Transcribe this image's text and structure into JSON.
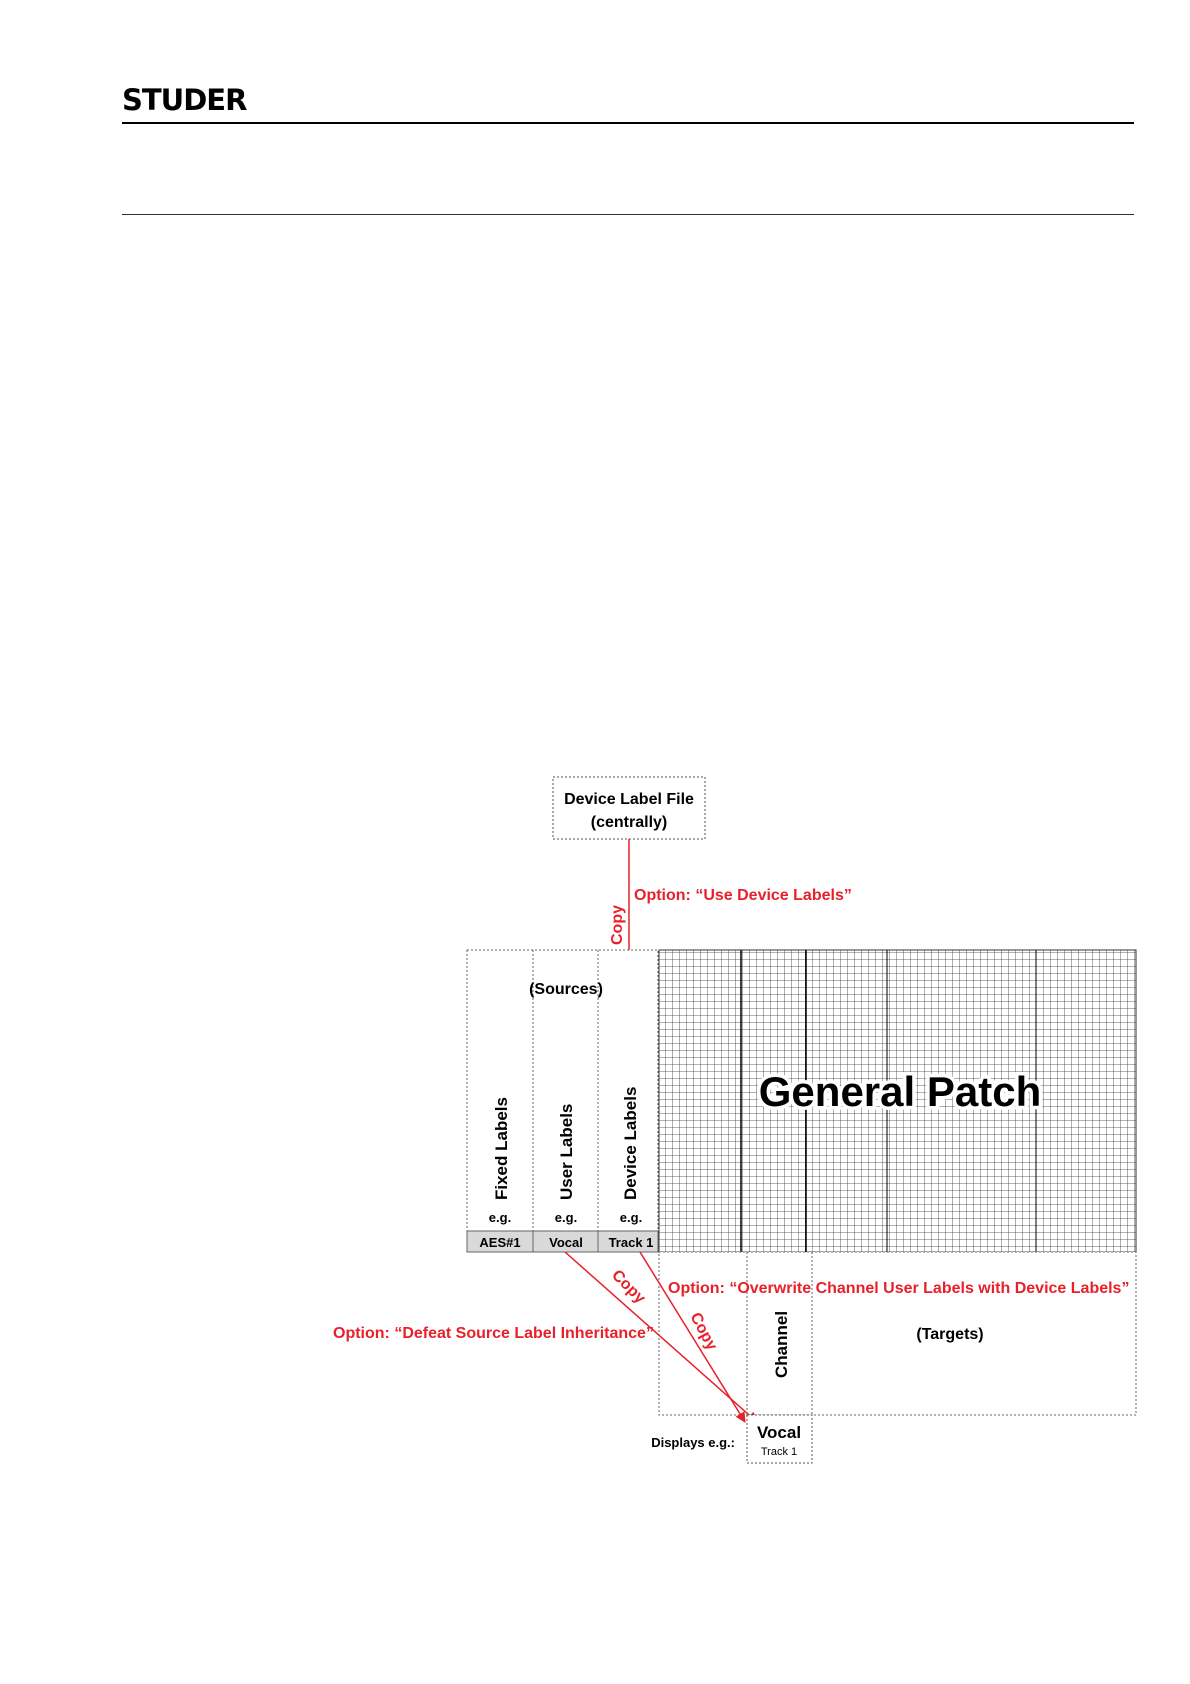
{
  "header": {
    "logo_text": "STUDER"
  },
  "diagram": {
    "device_label_file": {
      "line1": "Device Label File",
      "line2": "(centrally)"
    },
    "option_use_device_labels": "Option: “Use Device Labels”",
    "copy_label": "Copy",
    "sources_label": "(Sources)",
    "columns": [
      {
        "title": "Fixed Labels",
        "eg": "e.g.",
        "example": "AES#1"
      },
      {
        "title": "User Labels",
        "eg": "e.g.",
        "example": "Vocal"
      },
      {
        "title": "Device Labels",
        "eg": "e.g.",
        "example": "Track 1"
      }
    ],
    "general_patch": "General Patch",
    "option_overwrite": "Option: “Overwrite Channel User Labels with Device Labels”",
    "option_defeat": "Option: “Defeat Source Label Inheritance”",
    "channel_label": "Channel",
    "targets_label": "(Targets)",
    "displays_label": "Displays e.g.:",
    "display_main": "Vocal",
    "display_sub": "Track 1"
  },
  "colors": {
    "accent_red": "#e8202a",
    "grid": "#333333",
    "label_fill": "#d9d9d9"
  }
}
